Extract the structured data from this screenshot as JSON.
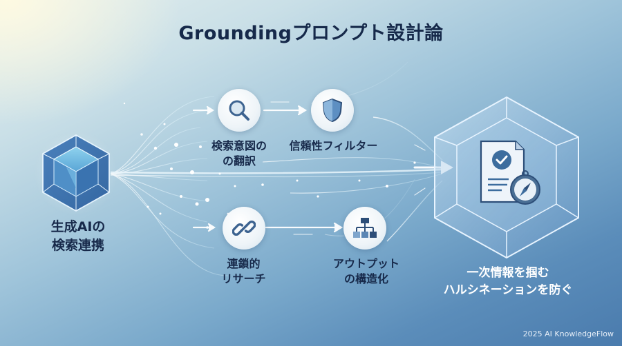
{
  "title": "Groundingプロンプト設計論",
  "source": {
    "label_line1": "生成AIの",
    "label_line2": "検索連携",
    "icon": "glass-cube-icon"
  },
  "steps": [
    {
      "id": "search-intent",
      "label_line1": "検索意図の",
      "label_line2": "の翻訳",
      "icon": "magnifier-icon"
    },
    {
      "id": "reliability-filter",
      "label_line1": "信頼性フィルター",
      "label_line2": "",
      "icon": "shield-icon"
    },
    {
      "id": "chained-research",
      "label_line1": "連鎖的",
      "label_line2": "リサーチ",
      "icon": "chain-link-icon"
    },
    {
      "id": "output-structuring",
      "label_line1": "アウトプット",
      "label_line2": "の構造化",
      "icon": "hierarchy-icon"
    }
  ],
  "result": {
    "label_line1": "一次情報を掴む",
    "label_line2": "ハルシネーションを防ぐ",
    "icon": "verified-document-compass-icon"
  },
  "footer": "2025 AI KnowledgeFlow",
  "colors": {
    "title": "#16294a",
    "label_dark": "#17294a",
    "label_light": "#ffffff",
    "icon_blue": "#3d6390",
    "stream": "#e8f8ff"
  }
}
